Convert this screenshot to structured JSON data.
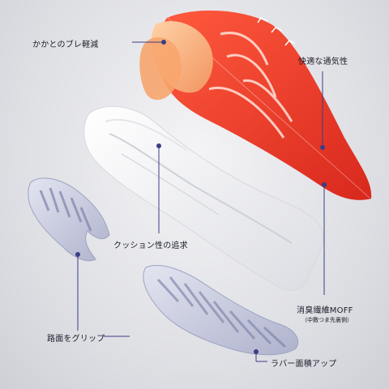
{
  "callouts": {
    "heel": "かかとのブレ軽減",
    "breathable": "快適な通気性",
    "cushion": "クッション性の追求",
    "moff": "消臭繊維MOFF",
    "moff_note": "（中敷つま先裏側）",
    "grip": "路面をグリップ",
    "rubber": "ラバー面積アップ"
  },
  "colors": {
    "upper": "#e8402e",
    "heel_counter": "#f6b07e",
    "midsole": "#f2f2f4",
    "outsole": "#c9cce0",
    "line": "#3a3d86"
  }
}
